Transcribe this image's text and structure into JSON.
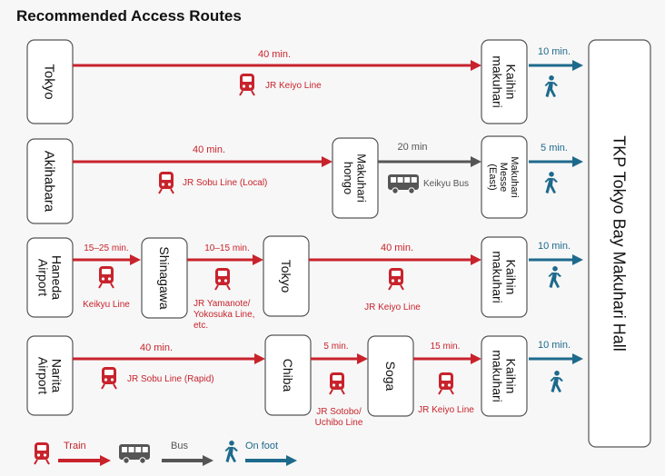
{
  "title": "Recommended Access Routes",
  "colors": {
    "train": "#c8232c",
    "bus": "#555555",
    "walk": "#1e6a8c"
  },
  "destination": [
    "TKP Tokyo Bay Makuhari Hall"
  ],
  "routes": [
    {
      "origin": [
        "Tokyo"
      ],
      "leg1": {
        "time": "40 min.",
        "line": [
          "JR Keiyo Line"
        ]
      },
      "station": [
        "Kaihin",
        "makuhari"
      ],
      "walk": "10 min."
    },
    {
      "origin": [
        "Akihabara"
      ],
      "leg1": {
        "time": "40 min.",
        "line": [
          "JR Sobu Line (Local)"
        ]
      },
      "mid1": [
        "Makuhari",
        "hongo"
      ],
      "bus": {
        "time": "20 min",
        "line": "Keikyu Bus"
      },
      "station": [
        "Makuhari",
        "Messe",
        "(East)"
      ],
      "walk": "5 min."
    },
    {
      "origin": [
        "Haneda",
        "Airport"
      ],
      "leg1": {
        "time": "15–25 min.",
        "line": [
          "Keikyu Line"
        ]
      },
      "mid1": [
        "Shinagawa"
      ],
      "leg2": {
        "time": "10–15 min.",
        "line": [
          "JR Yamanote/",
          "Yokosuka Line,",
          "etc."
        ]
      },
      "mid2": [
        "Tokyo"
      ],
      "leg3": {
        "time": "40 min.",
        "line": [
          "JR Keiyo Line"
        ]
      },
      "station": [
        "Kaihin",
        "makuhari"
      ],
      "walk": "10 min."
    },
    {
      "origin": [
        "Narita",
        "Airport"
      ],
      "leg1": {
        "time": "40 min.",
        "line": [
          "JR Sobu Line (Rapid)"
        ]
      },
      "mid1": [
        "Chiba"
      ],
      "leg2": {
        "time": "5 min.",
        "line": [
          "JR Sotobo/",
          "Uchibo Line"
        ]
      },
      "mid2": [
        "Soga"
      ],
      "leg3": {
        "time": "15 min.",
        "line": [
          "JR Keiyo Line"
        ]
      },
      "station": [
        "Kaihin",
        "makuhari"
      ],
      "walk": "10 min."
    }
  ],
  "legend": {
    "train": "Train",
    "bus": "Bus",
    "walk": "On foot"
  }
}
